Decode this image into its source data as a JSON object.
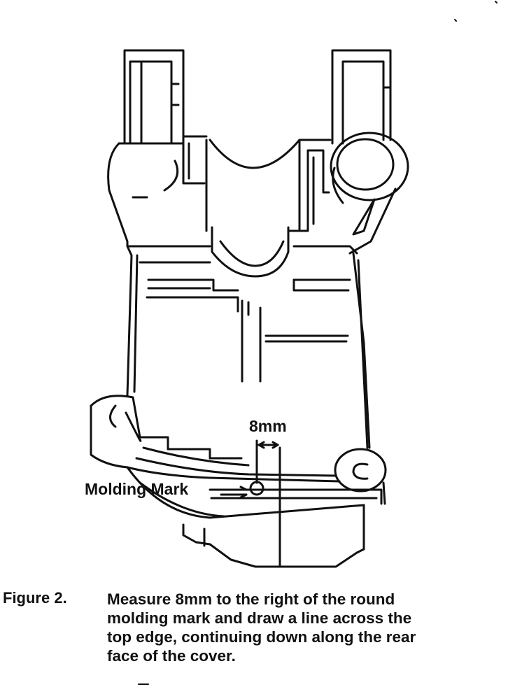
{
  "diagram": {
    "labels": {
      "measurement": "8mm",
      "mark": "Molding Mark"
    }
  },
  "figure": {
    "number": "Figure 2.",
    "caption_lines": [
      "Measure 8mm to the right of the round",
      "molding mark and draw a line across the",
      "top edge, continuing down along the rear",
      "face of the cover."
    ]
  },
  "colors": {
    "ink": "#111111",
    "background": "#ffffff"
  }
}
